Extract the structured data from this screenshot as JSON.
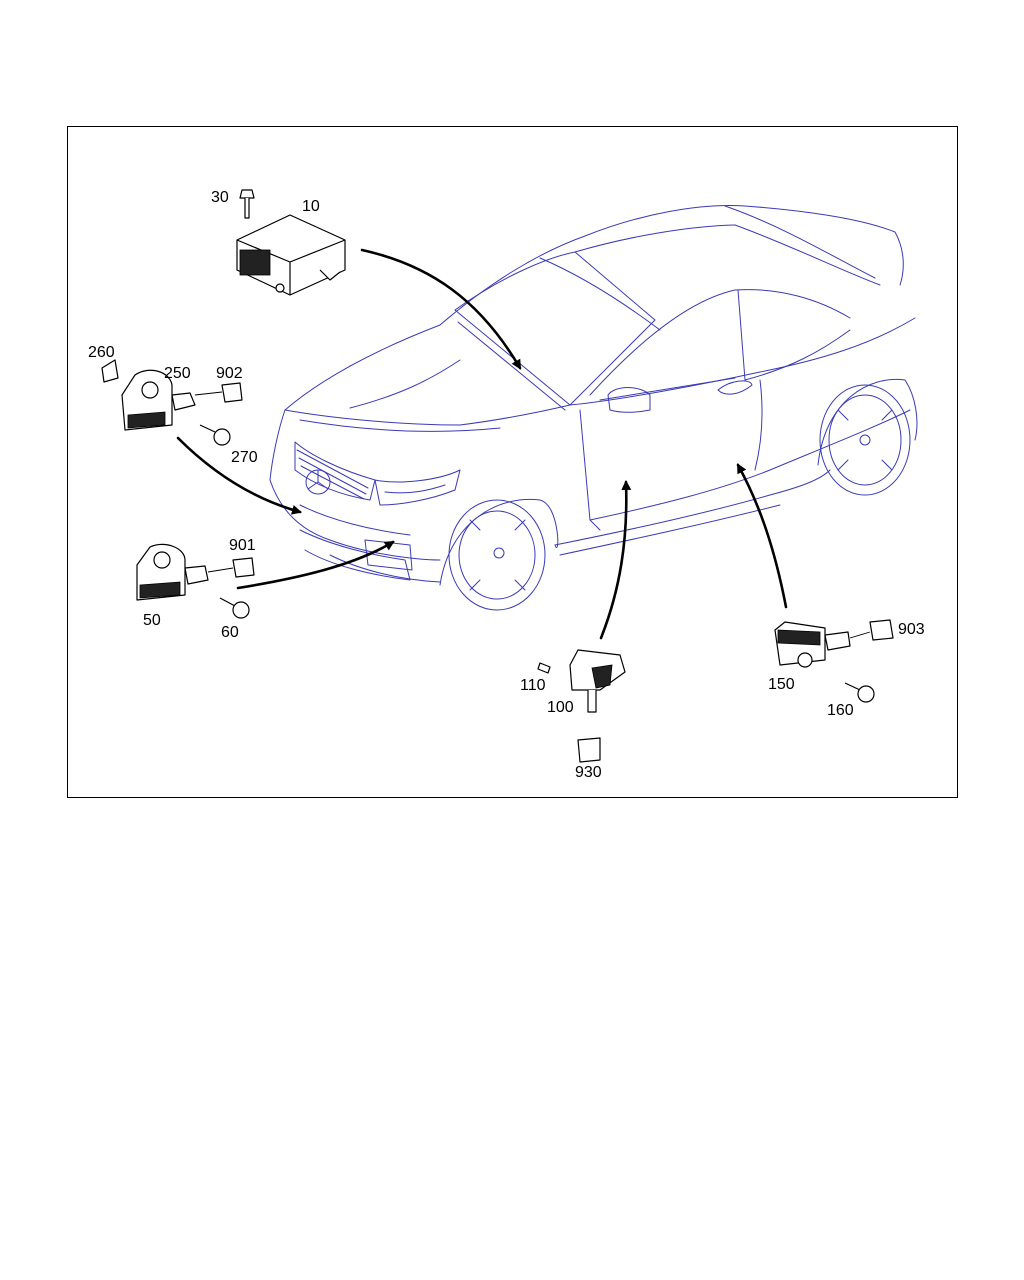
{
  "colors": {
    "car_outline": "#3a3ab8",
    "parts": "#000000",
    "background": "#ffffff"
  },
  "callouts": {
    "p10": "10",
    "p30": "30",
    "p50": "50",
    "p60": "60",
    "p100": "100",
    "p110": "110",
    "p150": "150",
    "p160": "160",
    "p250": "250",
    "p260": "260",
    "p270": "270",
    "p901": "901",
    "p902": "902",
    "p903": "903",
    "p930": "930"
  }
}
